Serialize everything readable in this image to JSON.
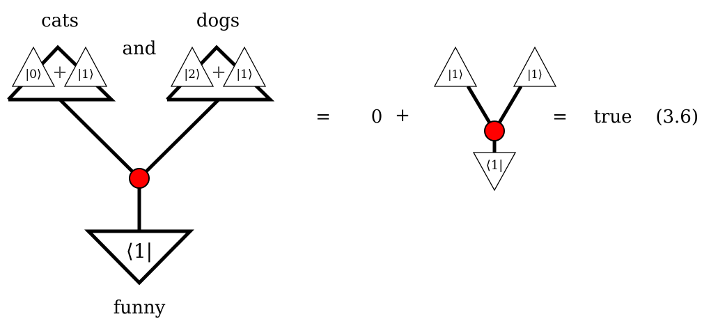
{
  "diagram": {
    "labels": {
      "cats": "cats",
      "and": "and",
      "dogs": "dogs",
      "funny": "funny"
    },
    "cats_ket_a": "|0⟩",
    "cats_ket_b": "|1⟩",
    "cats_plus": "+",
    "dogs_ket_a": "|2⟩",
    "dogs_ket_b": "|1⟩",
    "dogs_plus": "+",
    "funny_bra": "⟨1|",
    "equals_1": "=",
    "zero": "0",
    "plus": "+",
    "right_ket_a": "|1⟩",
    "right_ket_b": "|1⟩",
    "right_bra": "⟨1|",
    "equals_2": "=",
    "true_label": "true",
    "equation_number": "(3.6)",
    "colors": {
      "node": "#ff0000",
      "line": "#000000"
    }
  }
}
